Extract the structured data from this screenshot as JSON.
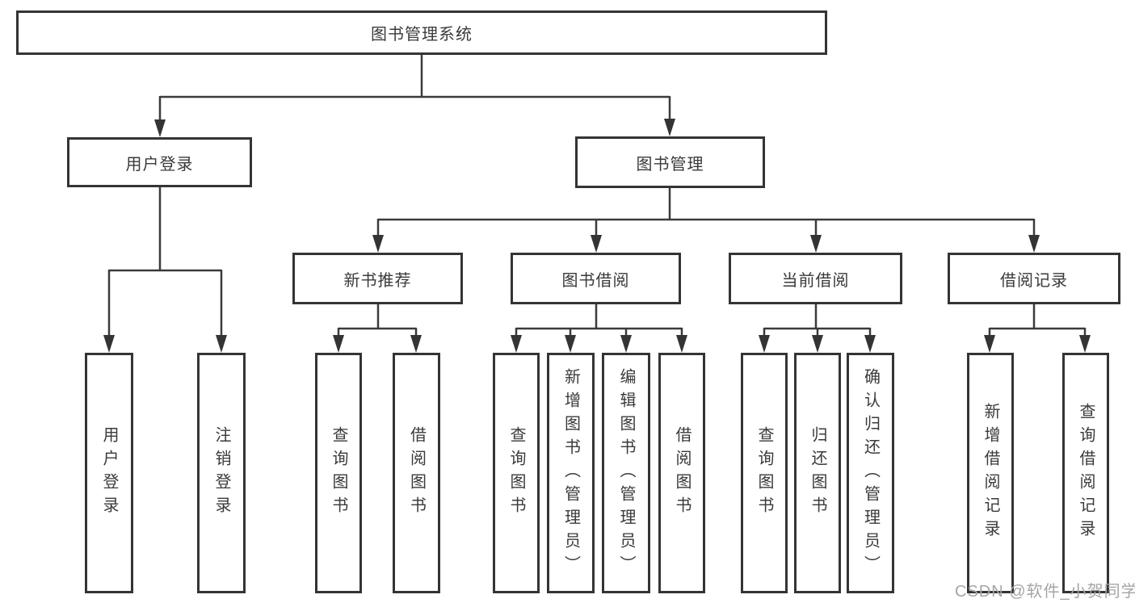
{
  "diagram": {
    "type": "hierarchy-tree",
    "title": "图书管理系统",
    "watermark": "CSDN @软件_小贺同学",
    "colors": {
      "background": "#ffffff",
      "line": "#3b3b3b",
      "box_border": "#343434",
      "text": "#3a3a3a",
      "watermark": "#a5a5a5"
    },
    "nodes": {
      "root": "图书管理系统",
      "user_login": "用户登录",
      "book_mgmt": "图书管理",
      "new_book_rec": "新书推荐",
      "book_borrow_grp": "图书借阅",
      "current_borrow": "当前借阅",
      "borrow_record": "借阅记录",
      "leaf_user_login": "用户登录",
      "leaf_logout": "注销登录",
      "leaf_query_book_1": "查询图书",
      "leaf_borrow_book_1": "借阅图书",
      "leaf_query_book_2": "查询图书",
      "leaf_add_book": "新增图书（管理员）",
      "leaf_edit_book": "编辑图书（管理员）",
      "leaf_borrow_book_2": "借阅图书",
      "leaf_query_book_3": "查询图书",
      "leaf_return_book": "归还图书",
      "leaf_confirm_return": "确认归还（管理员）",
      "leaf_add_record": "新增借阅记录",
      "leaf_query_record": "查询借阅记录"
    },
    "edges": [
      "图书管理系统 -> 用户登录",
      "图书管理系统 -> 图书管理",
      "用户登录 -> 用户登录(叶), 注销登录",
      "图书管理 -> 新书推荐, 图书借阅, 当前借阅, 借阅记录",
      "新书推荐 -> 查询图书, 借阅图书",
      "图书借阅 -> 查询图书, 新增图书（管理员）, 编辑图书（管理员）, 借阅图书",
      "当前借阅 -> 查询图书, 归还图书, 确认归还（管理员）",
      "借阅记录 -> 新增借阅记录, 查询借阅记录"
    ]
  }
}
